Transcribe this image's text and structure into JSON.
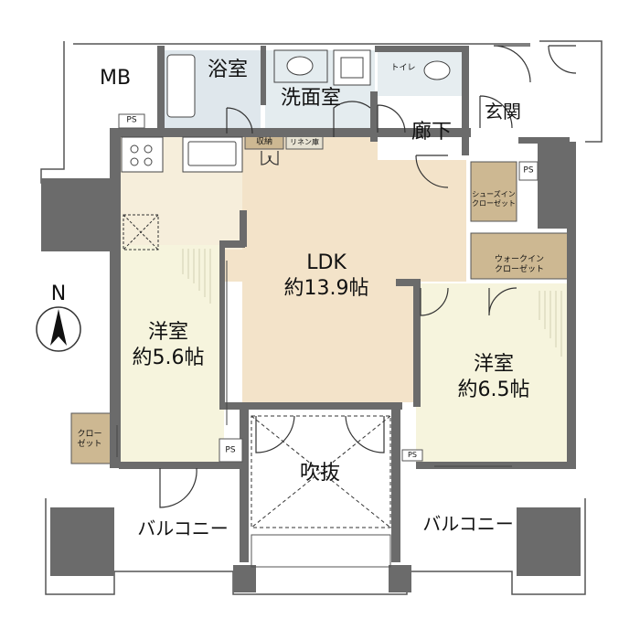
{
  "rooms": {
    "mb": "MB",
    "bath": "浴室",
    "washroom": "洗面室",
    "toilet": "トイレ",
    "entrance": "玄関",
    "hallway": "廊下",
    "shoe_closet_1": "シューズイン",
    "shoe_closet_2": "クローゼット",
    "walkin_closet_1": "ウォークイン",
    "walkin_closet_2": "クローゼット",
    "storage": "収納",
    "linen": "リネン庫",
    "ldk_name": "LDK",
    "ldk_size": "約13.9帖",
    "west_room_name": "洋室",
    "west_room_size": "約5.6帖",
    "east_room_name": "洋室",
    "east_room_size": "約6.5帖",
    "closet_1": "クロー",
    "closet_2": "ゼット",
    "void": "吹抜",
    "balcony_left": "バルコニー",
    "balcony_right": "バルコニー"
  },
  "ps": [
    "PS",
    "PS",
    "PS",
    "PS"
  ],
  "compass": {
    "north": "N"
  },
  "colors": {
    "wall": "#6b6b6b",
    "ldk_floor": "#f3e3c9",
    "room_floor": "#f6f4dd",
    "wet_floor": "#dfe7ec",
    "closet": "#cdb892",
    "outline": "#555555"
  }
}
